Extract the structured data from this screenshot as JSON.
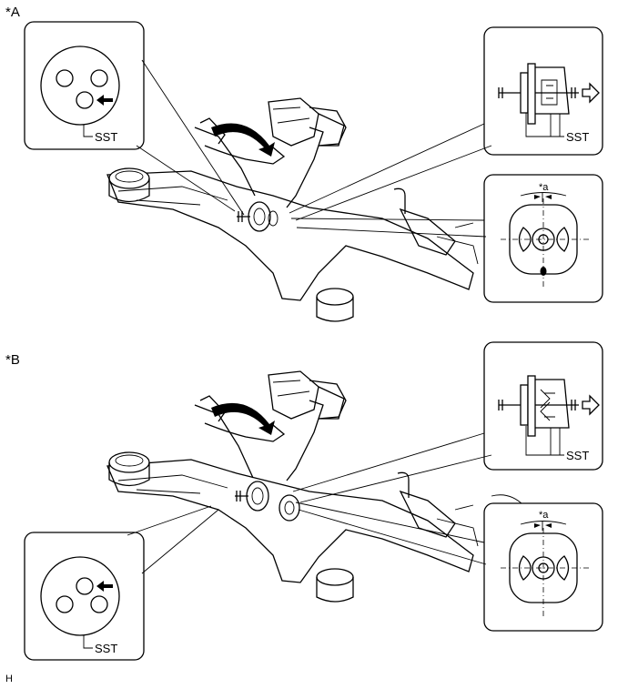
{
  "figure": {
    "section_a_label": "*A",
    "section_b_label": "*B",
    "footer_code": "H"
  },
  "section_a": {
    "sst_label_left": "SST",
    "sst_label_top_right": "SST",
    "detail_marker": "*a"
  },
  "section_b": {
    "sst_label_left": "SST",
    "sst_label_top_right": "SST",
    "detail_marker": "*a"
  },
  "icons": [
    "curved-arrow-icon",
    "pull-direction-arrow-icon",
    "position-arrow-icon"
  ]
}
